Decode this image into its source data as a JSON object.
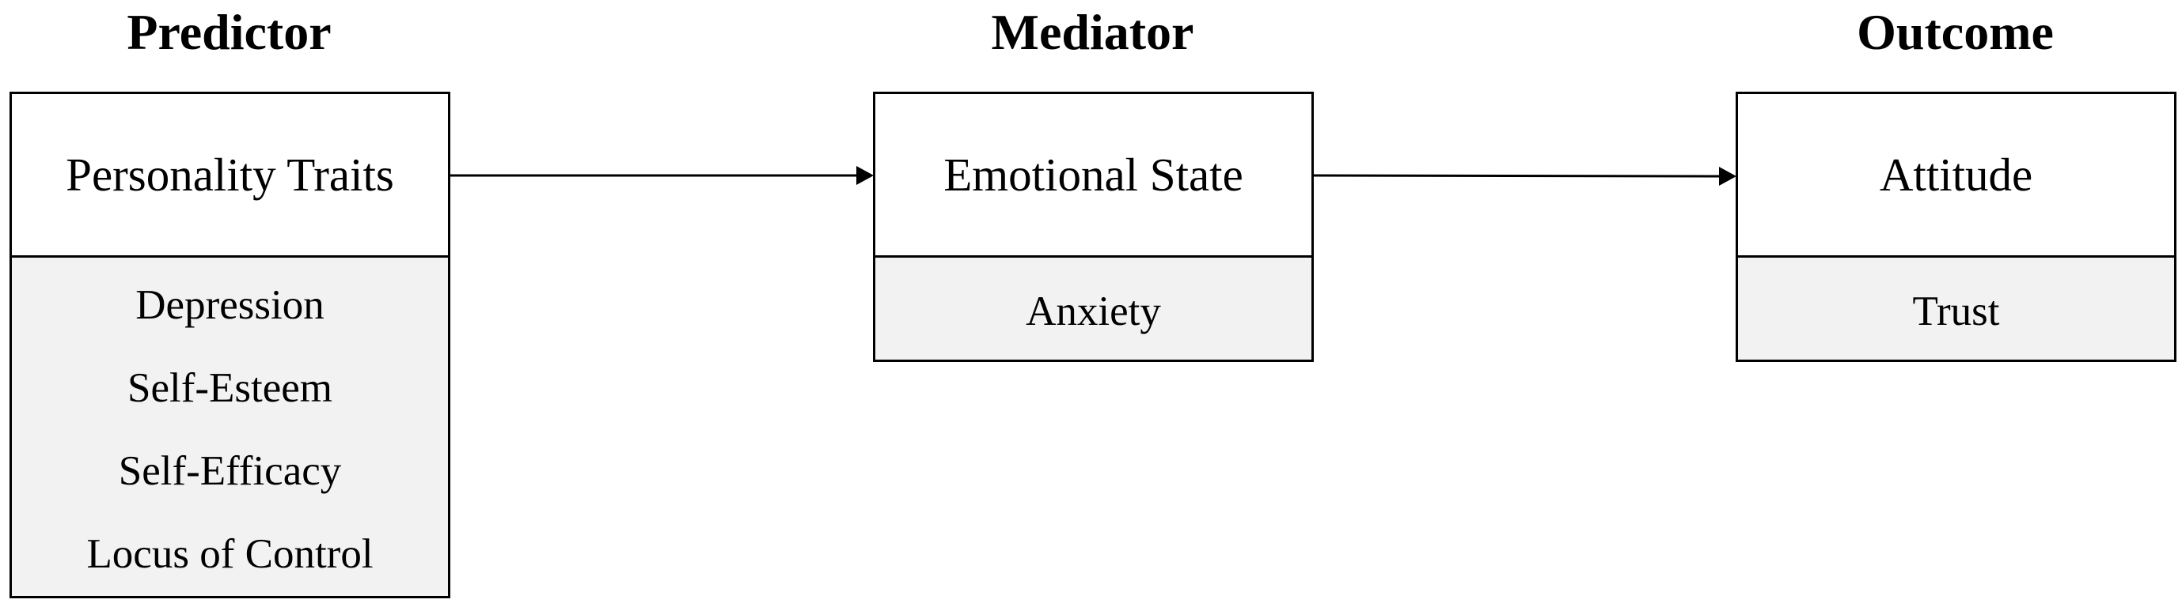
{
  "columns": {
    "predictor": {
      "title": "Predictor",
      "box_title": "Personality Traits",
      "items": [
        "Depression",
        "Self-Esteem",
        "Self-Efficacy",
        "Locus of Control"
      ]
    },
    "mediator": {
      "title": "Mediator",
      "box_title": "Emotional State",
      "items": [
        "Anxiety"
      ]
    },
    "outcome": {
      "title": "Outcome",
      "box_title": "Attitude",
      "items": [
        "Trust"
      ]
    }
  },
  "colors": {
    "line": "#000000",
    "item_background": "#f2f2f2",
    "header_background": "#ffffff"
  }
}
